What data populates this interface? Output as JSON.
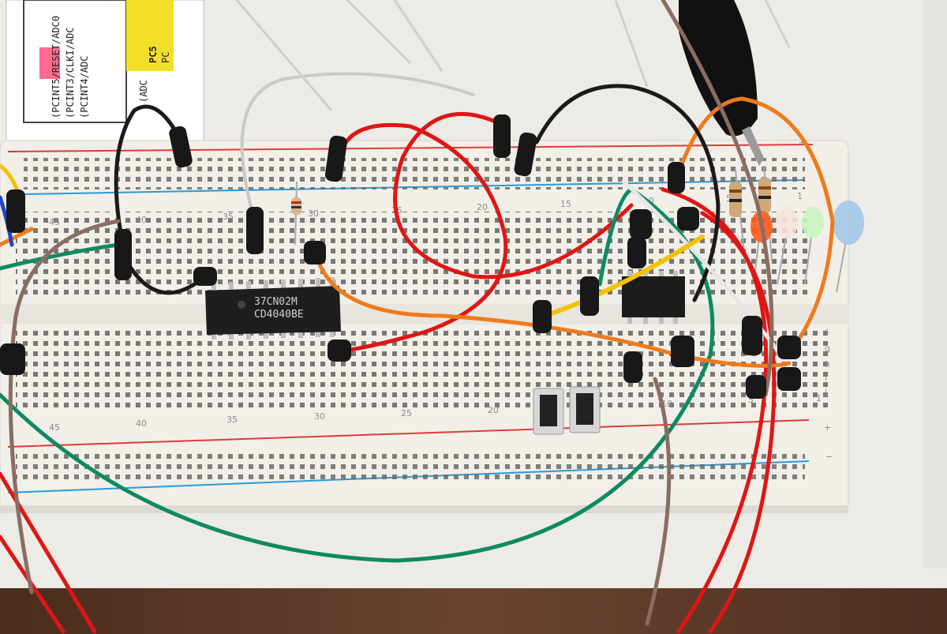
{
  "chips": [
    {
      "line1": "37CN02M",
      "line2": "CD4040BE"
    }
  ],
  "pinout_card": {
    "lines": [
      "(PCINT5/RESET/ADC0",
      "(PCINT3/CLKI/ADC",
      "(PCINT4/ADC",
      "PC5",
      "PC",
      "(ADC"
    ]
  },
  "row_numbers_top": [
    "45",
    "40",
    "35",
    "30",
    "25",
    "20",
    "15",
    "10",
    "5",
    "1"
  ],
  "row_numbers_bottom": [
    "45",
    "40",
    "35",
    "30",
    "25",
    "20",
    "10",
    "5",
    "1"
  ],
  "column_letters": [
    "f",
    "g",
    "h",
    "i",
    "j"
  ],
  "rail_signs": {
    "plus": "+",
    "minus": "−"
  },
  "colors": {
    "breadboard": "#f1efe8",
    "wire_red": "#e01515",
    "wire_green": "#0e8a62",
    "wire_orange": "#f07a1c",
    "wire_black": "#1a1a1a",
    "wire_brown": "#8a6d62",
    "wire_yellow": "#f2c200",
    "wire_gray": "#d0d0d0"
  }
}
